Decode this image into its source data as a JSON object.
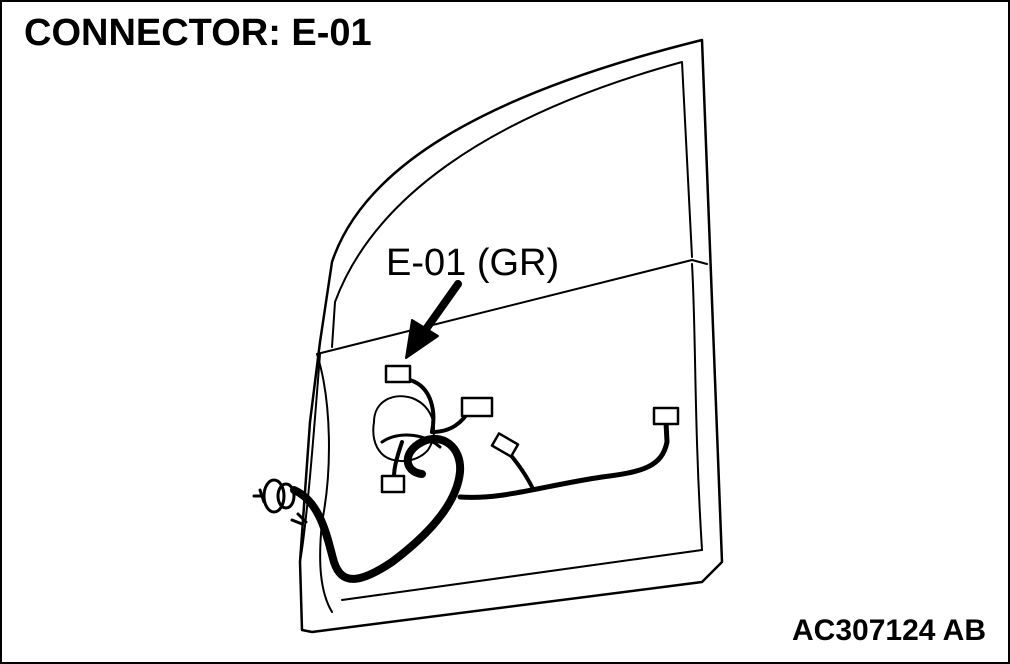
{
  "title": "CONNECTOR: E-01",
  "callout_label": "E-01 (GR)",
  "figure_id": "AC307124 AB",
  "colors": {
    "line": "#000000",
    "background": "#ffffff"
  }
}
